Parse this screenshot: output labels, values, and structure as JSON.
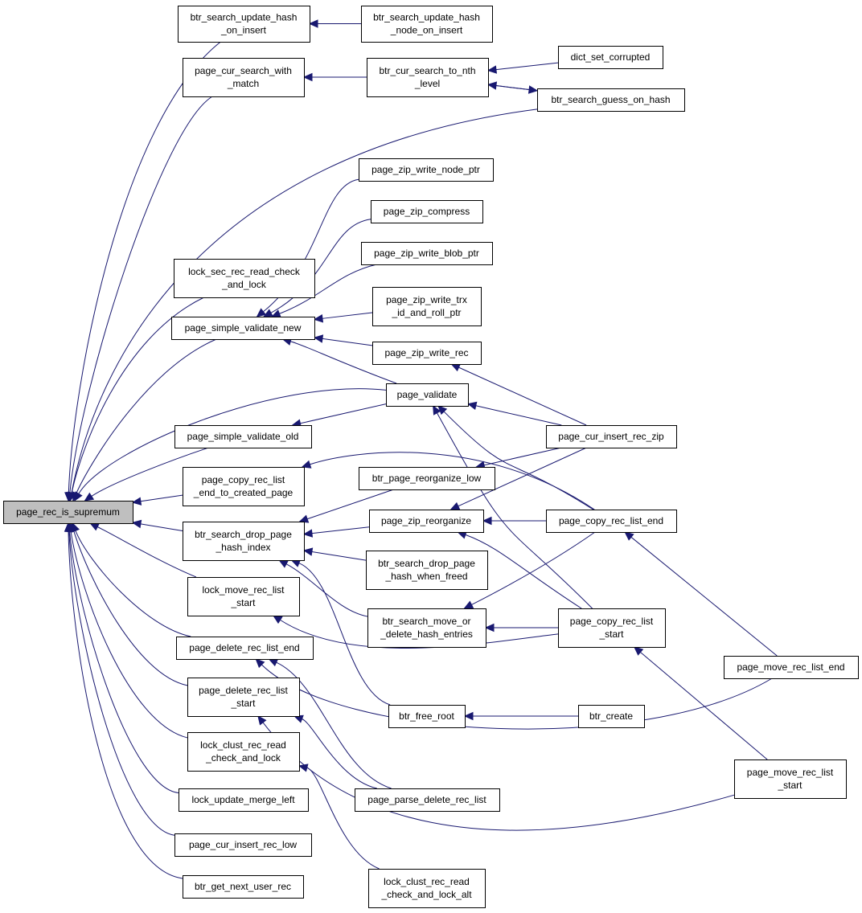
{
  "graph": {
    "title": "",
    "colors": {
      "edge": "#191970",
      "node_border": "#000000",
      "root_fill": "#bfbfbf",
      "node_fill": "#ffffff"
    },
    "nodes": [
      {
        "id": "root",
        "lines": [
          "page_rec_is_supremum"
        ],
        "root": true
      },
      {
        "id": "bsuh",
        "lines": [
          "btr_search_update_hash",
          "_on_insert"
        ]
      },
      {
        "id": "bsuhn",
        "lines": [
          "btr_search_update_hash",
          "_node_on_insert"
        ]
      },
      {
        "id": "pcswm",
        "lines": [
          "page_cur_search_with",
          "_match"
        ]
      },
      {
        "id": "bcstn",
        "lines": [
          "btr_cur_search_to_nth",
          "_level"
        ]
      },
      {
        "id": "dsc",
        "lines": [
          "dict_set_corrupted"
        ]
      },
      {
        "id": "bsgoh",
        "lines": [
          "btr_search_guess_on_hash"
        ]
      },
      {
        "id": "pzwnp",
        "lines": [
          "page_zip_write_node_ptr"
        ]
      },
      {
        "id": "pzc",
        "lines": [
          "page_zip_compress"
        ]
      },
      {
        "id": "pzwbp",
        "lines": [
          "page_zip_write_blob_ptr"
        ]
      },
      {
        "id": "lsrrc",
        "lines": [
          "lock_sec_rec_read_check",
          "_and_lock"
        ]
      },
      {
        "id": "pzwt",
        "lines": [
          "page_zip_write_trx",
          "_id_and_roll_ptr"
        ]
      },
      {
        "id": "psvn",
        "lines": [
          "page_simple_validate_new"
        ]
      },
      {
        "id": "pzwr",
        "lines": [
          "page_zip_write_rec"
        ]
      },
      {
        "id": "pv",
        "lines": [
          "page_validate"
        ]
      },
      {
        "id": "psvo",
        "lines": [
          "page_simple_validate_old"
        ]
      },
      {
        "id": "pcirz",
        "lines": [
          "page_cur_insert_rec_zip"
        ]
      },
      {
        "id": "pcrlecp",
        "lines": [
          "page_copy_rec_list",
          "_end_to_created_page"
        ]
      },
      {
        "id": "bprl",
        "lines": [
          "btr_page_reorganize_low"
        ]
      },
      {
        "id": "bsdph",
        "lines": [
          "btr_search_drop_page",
          "_hash_index"
        ]
      },
      {
        "id": "pzr",
        "lines": [
          "page_zip_reorganize"
        ]
      },
      {
        "id": "pcrle",
        "lines": [
          "page_copy_rec_list_end"
        ]
      },
      {
        "id": "bsdphf",
        "lines": [
          "btr_search_drop_page",
          "_hash_when_freed"
        ]
      },
      {
        "id": "lmrls",
        "lines": [
          "lock_move_rec_list",
          "_start"
        ]
      },
      {
        "id": "bsmod",
        "lines": [
          "btr_search_move_or",
          "_delete_hash_entries"
        ]
      },
      {
        "id": "pcrls",
        "lines": [
          "page_copy_rec_list",
          "_start"
        ]
      },
      {
        "id": "pdrle",
        "lines": [
          "page_delete_rec_list_end"
        ]
      },
      {
        "id": "pmrle",
        "lines": [
          "page_move_rec_list_end"
        ]
      },
      {
        "id": "pdrls",
        "lines": [
          "page_delete_rec_list",
          "_start"
        ]
      },
      {
        "id": "bfr",
        "lines": [
          "btr_free_root"
        ]
      },
      {
        "id": "bc",
        "lines": [
          "btr_create"
        ]
      },
      {
        "id": "lcrrc",
        "lines": [
          "lock_clust_rec_read",
          "_check_and_lock"
        ]
      },
      {
        "id": "pmrls",
        "lines": [
          "page_move_rec_list",
          "_start"
        ]
      },
      {
        "id": "lumr",
        "lines": [
          "lock_update_merge_left"
        ]
      },
      {
        "id": "ppdrl",
        "lines": [
          "page_parse_delete_rec_list"
        ]
      },
      {
        "id": "pcirl",
        "lines": [
          "page_cur_insert_rec_low"
        ]
      },
      {
        "id": "bgnur",
        "lines": [
          "btr_get_next_user_rec"
        ]
      },
      {
        "id": "lcrrca",
        "lines": [
          "lock_clust_rec_read",
          "_check_and_lock_alt"
        ]
      }
    ],
    "edges": [
      {
        "from": "bsuh",
        "to": "root"
      },
      {
        "from": "pcswm",
        "to": "root"
      },
      {
        "from": "bsgoh",
        "to": "root"
      },
      {
        "from": "lsrrc",
        "to": "root"
      },
      {
        "from": "psvn",
        "to": "root"
      },
      {
        "from": "pv",
        "to": "root"
      },
      {
        "from": "psvo",
        "to": "root"
      },
      {
        "from": "pcrlecp",
        "to": "root"
      },
      {
        "from": "bsdph",
        "to": "root"
      },
      {
        "from": "lmrls",
        "to": "root"
      },
      {
        "from": "pdrle",
        "to": "root"
      },
      {
        "from": "pdrls",
        "to": "root"
      },
      {
        "from": "lcrrc",
        "to": "root"
      },
      {
        "from": "lumr",
        "to": "root"
      },
      {
        "from": "pcirl",
        "to": "root"
      },
      {
        "from": "bgnur",
        "to": "root"
      },
      {
        "from": "bsuhn",
        "to": "bsuh"
      },
      {
        "from": "bcstn",
        "to": "pcswm"
      },
      {
        "from": "dsc",
        "to": "bcstn"
      },
      {
        "from": "bsgoh",
        "to": "bcstn"
      },
      {
        "from": "bcstn",
        "to": "bsgoh"
      },
      {
        "from": "pzwnp",
        "to": "psvn"
      },
      {
        "from": "pzc",
        "to": "psvn"
      },
      {
        "from": "pzwbp",
        "to": "psvn"
      },
      {
        "from": "pzwt",
        "to": "psvn"
      },
      {
        "from": "pzwr",
        "to": "psvn"
      },
      {
        "from": "pv",
        "to": "psvn"
      },
      {
        "from": "pv",
        "to": "psvo"
      },
      {
        "from": "pcirz",
        "to": "pzwr"
      },
      {
        "from": "pcirz",
        "to": "pv"
      },
      {
        "from": "pcrle",
        "to": "pv"
      },
      {
        "from": "pcrls",
        "to": "pv"
      },
      {
        "from": "pcrle",
        "to": "pcrlecp"
      },
      {
        "from": "pcirz",
        "to": "bprl"
      },
      {
        "from": "bprl",
        "to": "bsdph"
      },
      {
        "from": "pzr",
        "to": "bsdph"
      },
      {
        "from": "bsdphf",
        "to": "bsdph"
      },
      {
        "from": "bsmod",
        "to": "bsdph"
      },
      {
        "from": "bfr",
        "to": "bsdph"
      },
      {
        "from": "pcirz",
        "to": "pzr"
      },
      {
        "from": "pcrle",
        "to": "pzr"
      },
      {
        "from": "pcrls",
        "to": "pzr"
      },
      {
        "from": "pcrle",
        "to": "bsmod"
      },
      {
        "from": "pcrls",
        "to": "bsmod"
      },
      {
        "from": "pcrls",
        "to": "lmrls"
      },
      {
        "from": "pmrle",
        "to": "pcrle"
      },
      {
        "from": "pmrls",
        "to": "pcrls"
      },
      {
        "from": "pmrle",
        "to": "pdrle"
      },
      {
        "from": "ppdrl",
        "to": "pdrle"
      },
      {
        "from": "ppdrl",
        "to": "pdrls"
      },
      {
        "from": "pmrls",
        "to": "pdrls"
      },
      {
        "from": "bc",
        "to": "bfr"
      },
      {
        "from": "lcrrca",
        "to": "lcrrc"
      }
    ]
  }
}
